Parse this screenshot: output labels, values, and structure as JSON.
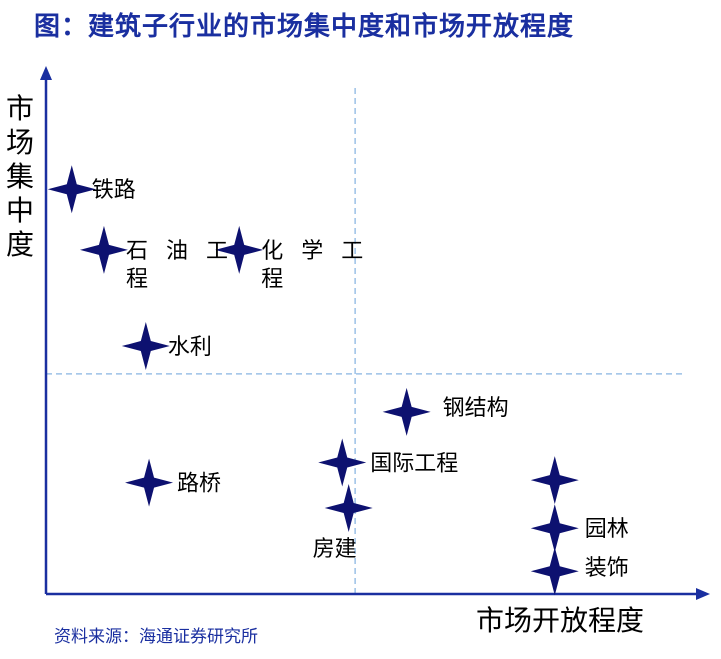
{
  "title": "图：建筑子行业的市场集中度和市场开放程度",
  "source": "资料来源：海通证券研究所",
  "colors": {
    "marker": "#0d1170",
    "axis": "#1a2fa0",
    "grid": "#9cc0e6",
    "title": "#1a2fa0"
  },
  "chart_data": {
    "type": "scatter",
    "title": "图：建筑子行业的市场集中度和市场开放程度",
    "xlabel": "市场开放程度",
    "ylabel": "市场集中度",
    "xlim": [
      0,
      100
    ],
    "ylim": [
      0,
      100
    ],
    "grid": false,
    "reference_lines": {
      "x": 48,
      "y": 43.5
    },
    "points": [
      {
        "label": "铁路",
        "x": 4,
        "y": 80
      },
      {
        "label": "石油工程",
        "x": 9,
        "y": 68
      },
      {
        "label": "化学工程",
        "x": 30,
        "y": 68
      },
      {
        "label": "水利",
        "x": 15.5,
        "y": 49
      },
      {
        "label": "钢结构",
        "x": 56,
        "y": 36
      },
      {
        "label": "国际工程",
        "x": 46,
        "y": 26
      },
      {
        "label": "路桥",
        "x": 16,
        "y": 22
      },
      {
        "label": "房建",
        "x": 47,
        "y": 17
      },
      {
        "label": "",
        "x": 79,
        "y": 22.5
      },
      {
        "label": "园林",
        "x": 79,
        "y": 13
      },
      {
        "label": "装饰",
        "x": 79,
        "y": 4.5
      }
    ]
  }
}
